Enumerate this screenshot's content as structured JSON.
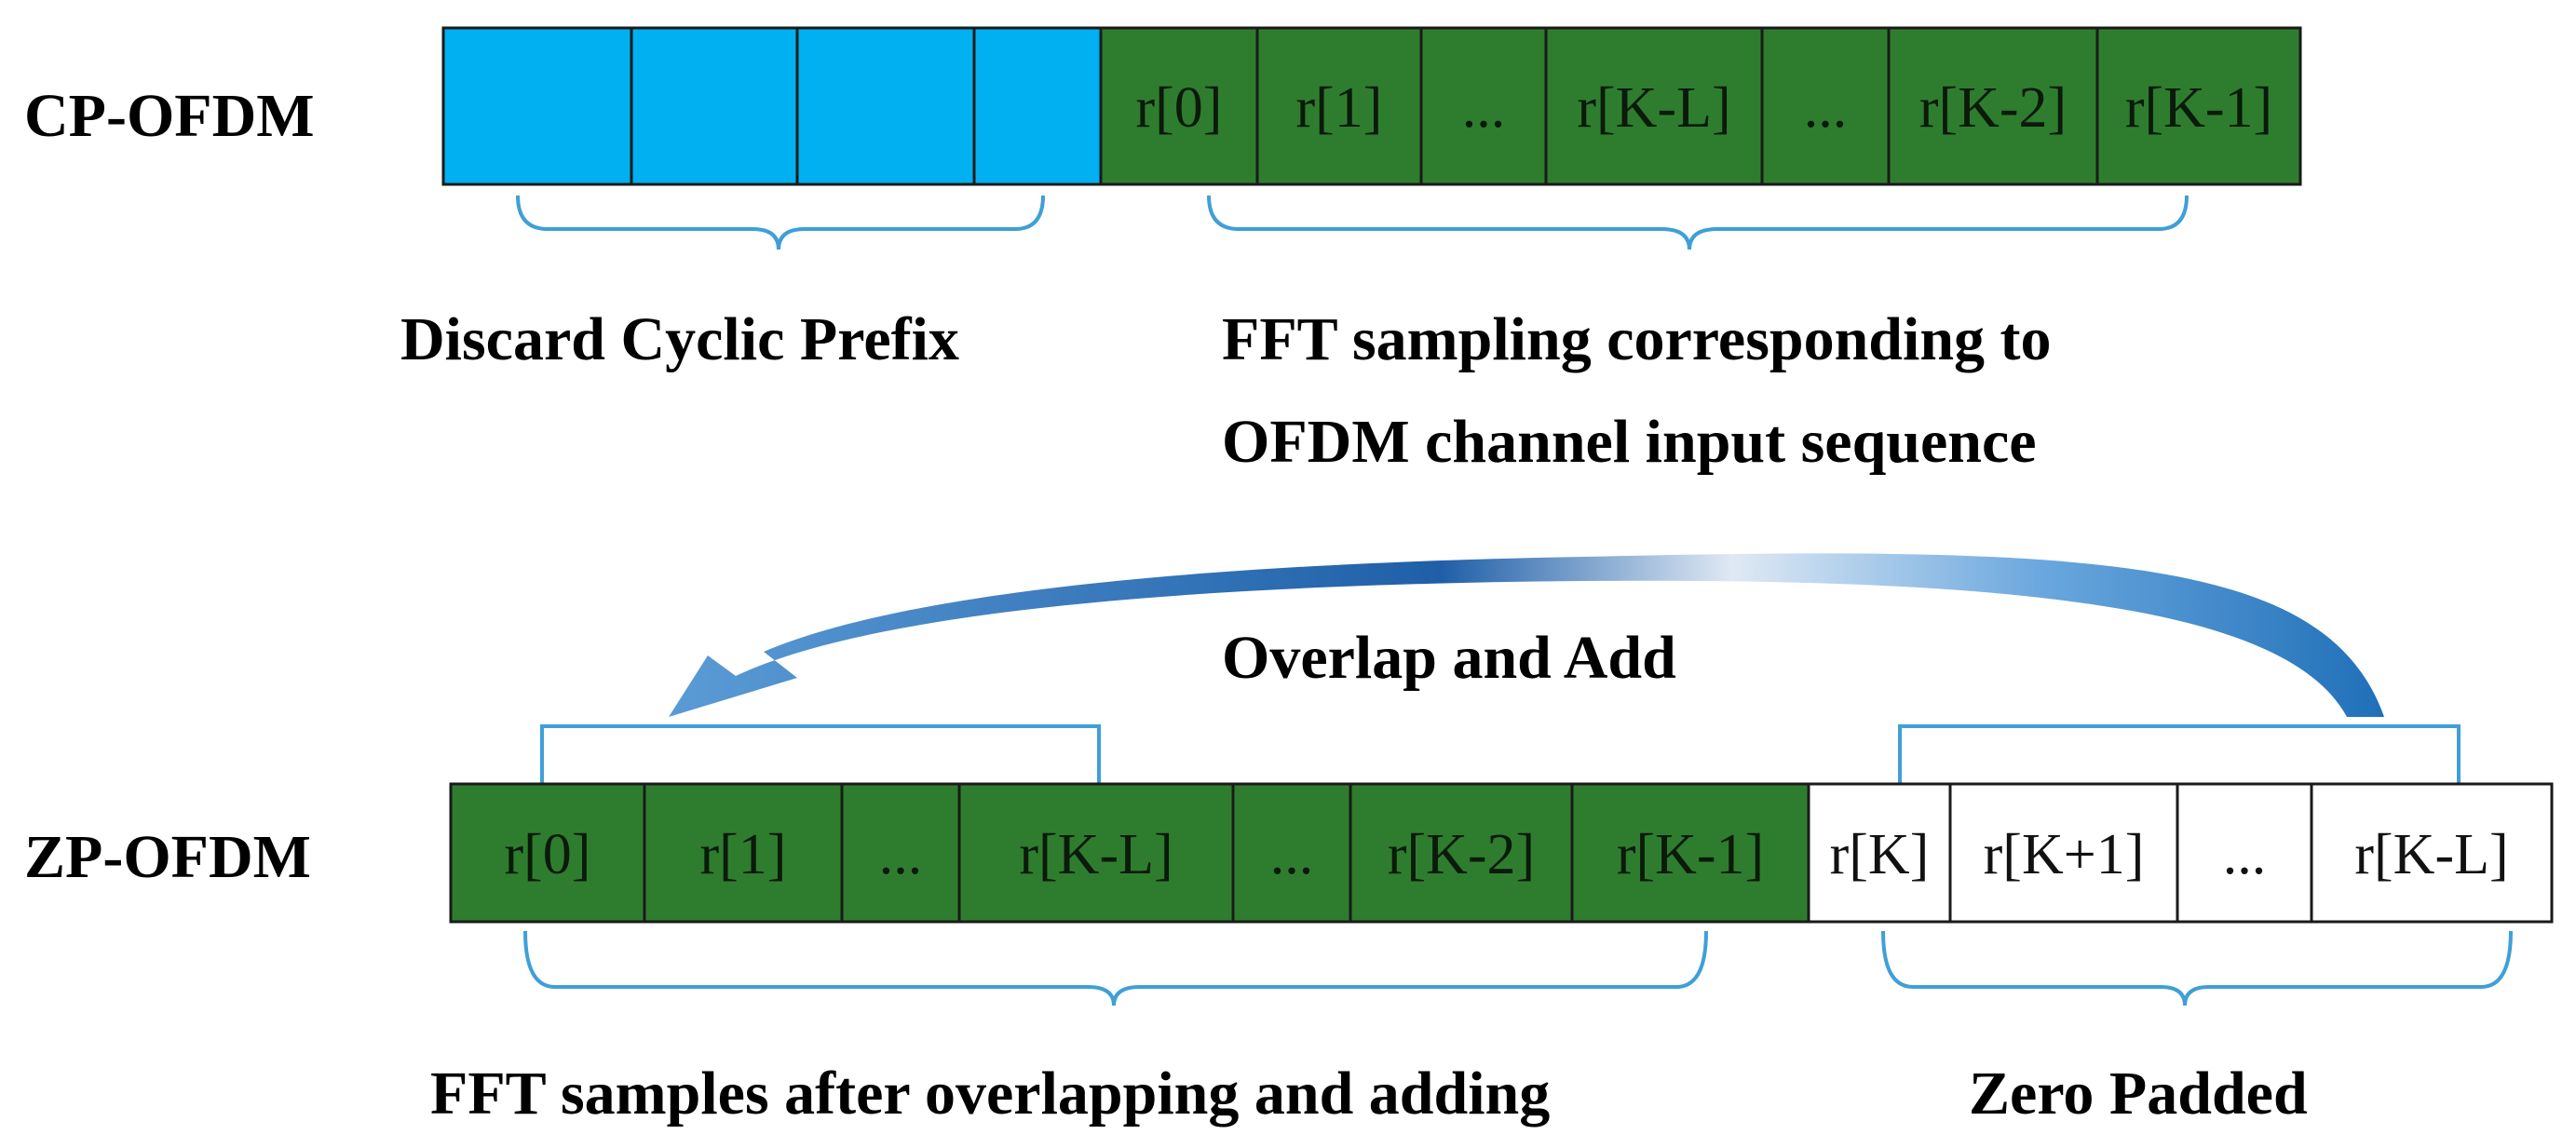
{
  "colors": {
    "prefix_fill": "#00b0f0",
    "sample_fill": "#2e7d2e",
    "zero_fill": "#ffffff",
    "sample_text": "#0b1a0b",
    "zero_text": "#111111",
    "brace": "#3f9fd8",
    "arrow_dark": "#1f5fa8",
    "arrow_light": "#8fc4ec"
  },
  "cp_ofdm": {
    "label": "CP-OFDM",
    "prefix_cell_count": 4,
    "samples": [
      "r[0]",
      "r[1]",
      "...",
      "r[K-L]",
      "...",
      "r[K-2]",
      "r[K-1]"
    ],
    "discard_caption": "Discard Cyclic Prefix",
    "fft_caption_line1": "FFT sampling corresponding to",
    "fft_caption_line2": "OFDM channel input sequence"
  },
  "overlap": {
    "label": "Overlap and Add"
  },
  "zp_ofdm": {
    "label": "ZP-OFDM",
    "samples": [
      "r[0]",
      "r[1]",
      "...",
      "r[K-L]",
      "...",
      "r[K-2]",
      "r[K-1]"
    ],
    "zeros": [
      "r[K]",
      "r[K+1]",
      "...",
      "r[K-L]"
    ],
    "fft_caption": "FFT samples after overlapping and adding",
    "zero_caption": "Zero Padded"
  }
}
